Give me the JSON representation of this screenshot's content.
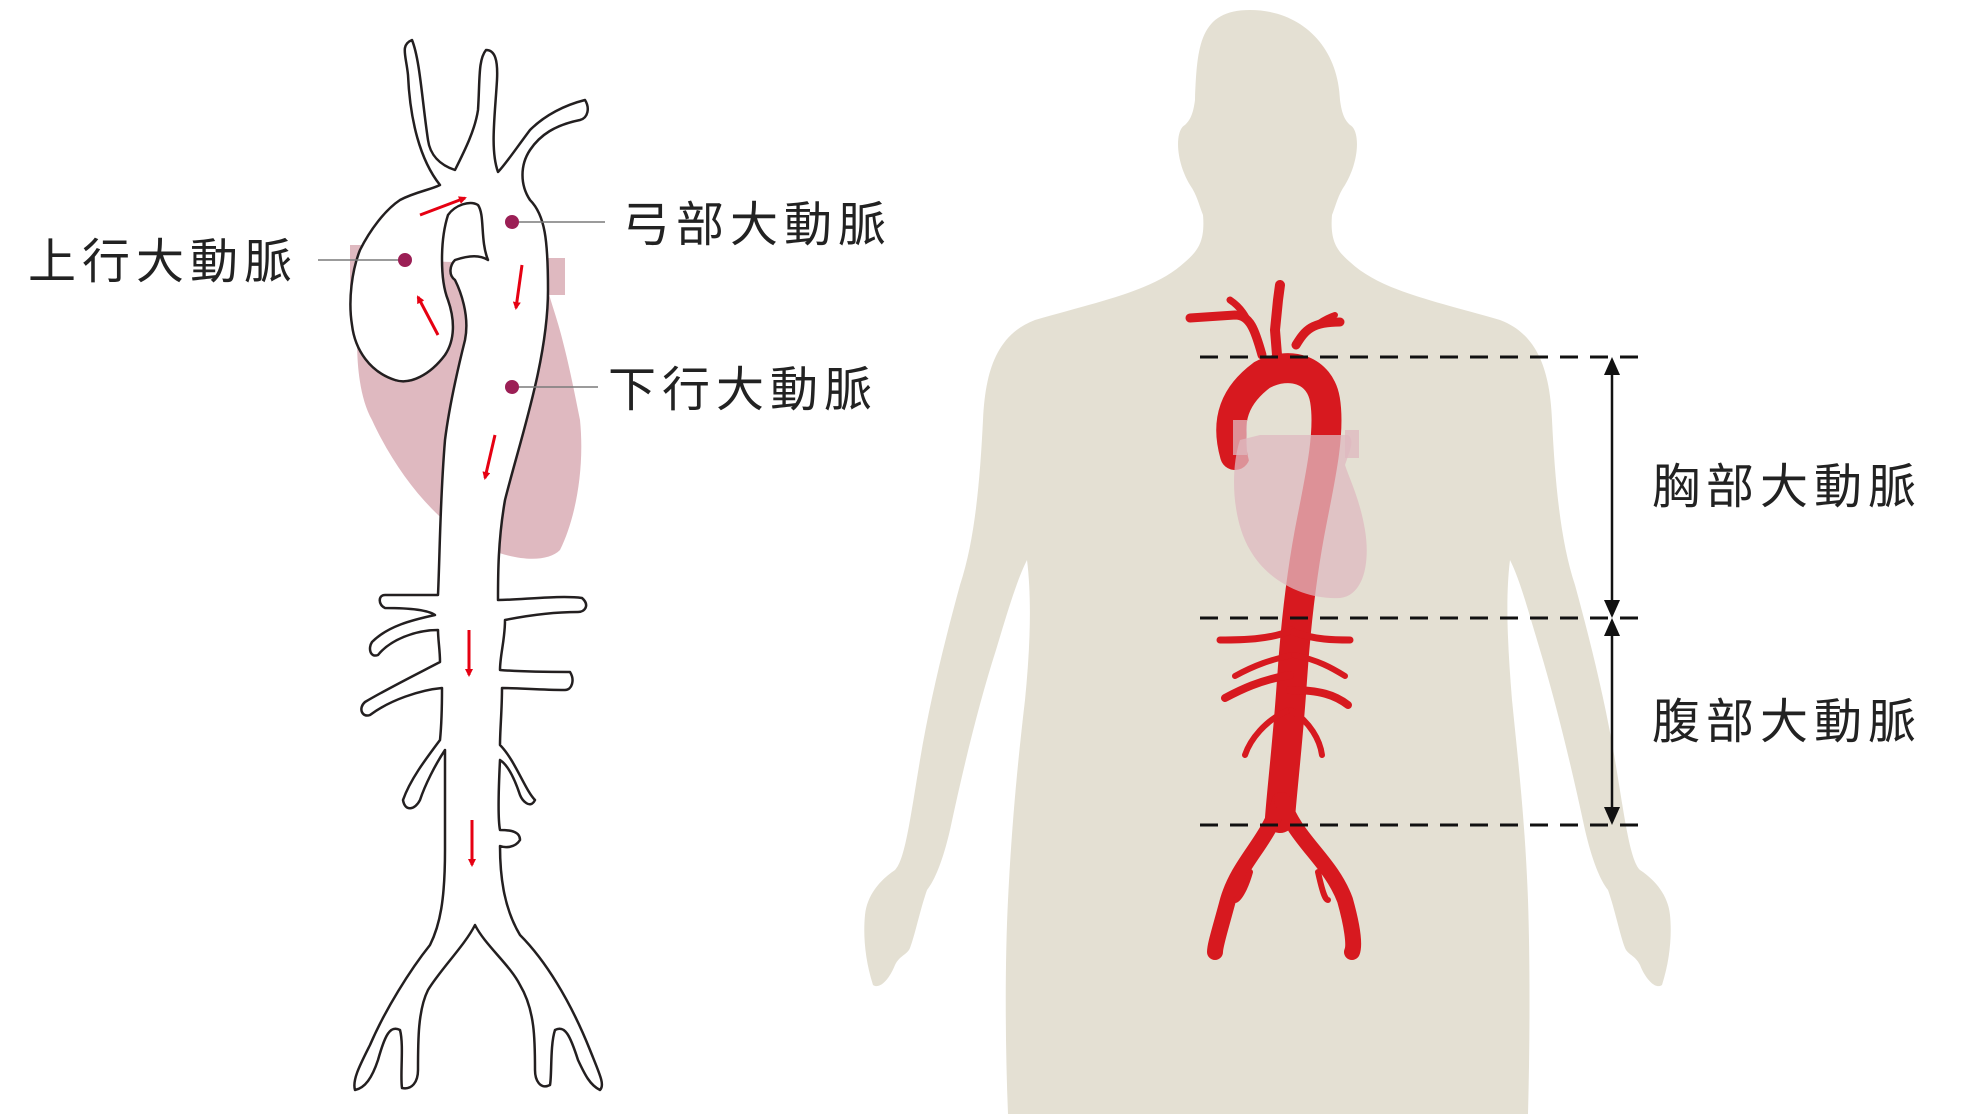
{
  "colors": {
    "aorta_fill": "#ffffff",
    "aorta_outline": "#231f20",
    "heart": "#dfb9c0",
    "flow_arrow": "#e60012",
    "marker_dot": "#9b1f55",
    "body_silhouette": "#e4e0d3",
    "artery_red": "#d7191f",
    "leader_line": "#7a7a7a",
    "guide_lines": "#111111"
  },
  "left_figure": {
    "labels": {
      "ascending": "上行大動脈",
      "arch": "弓部大動脈",
      "descending": "下行大動脈"
    },
    "flow_arrow_icon": "red-arrow-icon",
    "marker_icon": "dot-marker-icon"
  },
  "right_figure": {
    "labels": {
      "thoracic": "胸部大動脈",
      "abdominal": "腹部大動脈"
    },
    "range_icon": "double-arrow-icon"
  }
}
